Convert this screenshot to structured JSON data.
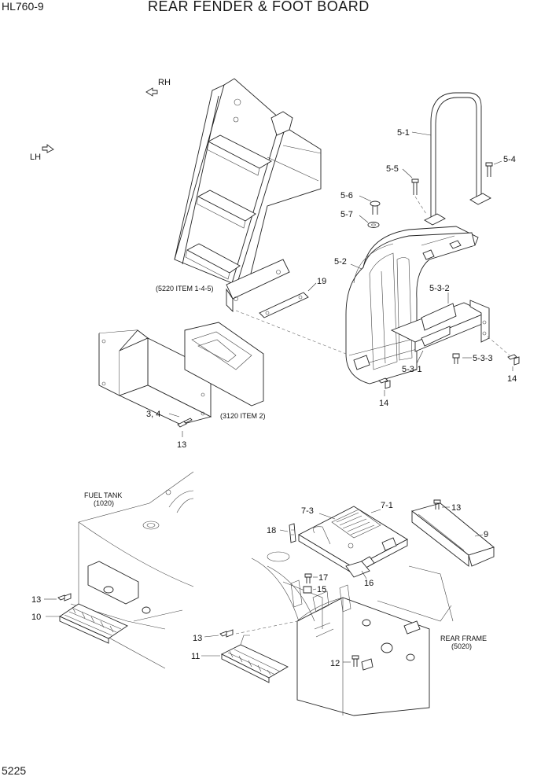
{
  "header": {
    "model": "HL760-9",
    "title": "REAR FENDER & FOOT BOARD"
  },
  "footer": {
    "page_number": "5225"
  },
  "directions": {
    "rh": "RH",
    "lh": "LH"
  },
  "notes": {
    "ladder_ref": "(5220 ITEM 1-4-5)",
    "bracket_ref": "(3120 ITEM 2)",
    "fuel_tank": "FUEL TANK",
    "fuel_tank_code": "(1020)",
    "rear_frame": "REAR FRAME",
    "rear_frame_code": "(5020)"
  },
  "callouts": {
    "c5_1": "5-1",
    "c5_2": "5-2",
    "c5_3_1": "5-3-1",
    "c5_3_2": "5-3-2",
    "c5_3_3": "5-3-3",
    "c5_4": "5-4",
    "c5_5": "5-5",
    "c5_6": "5-6",
    "c5_7": "5-7",
    "c19": "19",
    "c3_4": "3, 4",
    "c13_a": "13",
    "c14_a": "14",
    "c14_b": "14",
    "c7_1": "7-1",
    "c7_3": "7-3",
    "c13_b": "13",
    "c9": "9",
    "c18": "18",
    "c16": "16",
    "c17": "17",
    "c15": "15",
    "c13_c": "13",
    "c10": "10",
    "c13_d": "13",
    "c11": "11",
    "c12": "12"
  }
}
